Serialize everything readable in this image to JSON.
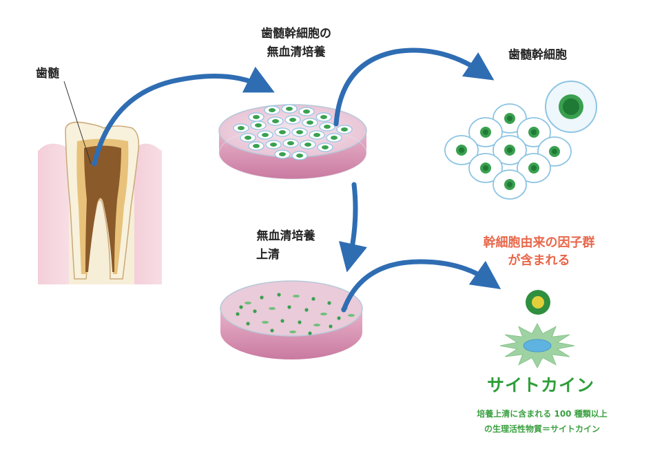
{
  "labels": {
    "pulp": "歯髄",
    "culture_line1": "歯髄幹細胞の",
    "culture_line2": "無血清培養",
    "stem_cells": "歯髄幹細胞",
    "supernatant_line1": "無血清培養",
    "supernatant_line2": "上清",
    "factors_line1": "幹細胞由来の因子群",
    "factors_line2": "が含まれる",
    "cytokine_title": "サイトカイン",
    "cytokine_desc_line1": "培養上清に含まれる 100 種類以上",
    "cytokine_desc_line2": "の生理活性物質＝サイトカイン"
  },
  "colors": {
    "arrow": "#2f6db3",
    "orange_text": "#e8674a",
    "green_text": "#2e9e3a",
    "cell_green": "#3aa050",
    "dish_pink": "#d48fb0"
  }
}
